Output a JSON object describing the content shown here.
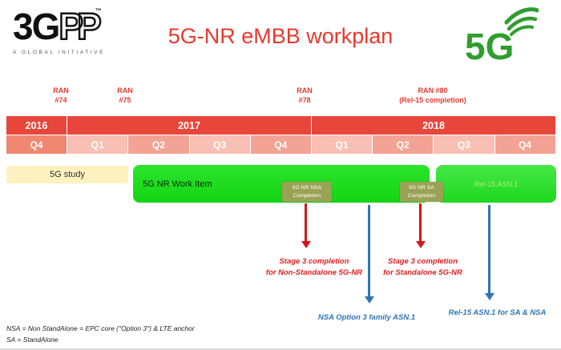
{
  "header": {
    "title": "5G-NR eMBB workplan",
    "logo_3gpp": {
      "text_3g": "3G",
      "text_pp": "PP",
      "tm": "™",
      "tagline": "A GLOBAL INITIATIVE"
    },
    "logo_5g_text": "5G"
  },
  "milestones": {
    "ran74": {
      "line1": "RAN",
      "line2": "#74"
    },
    "ran75": {
      "line1": "RAN",
      "line2": "#75"
    },
    "ran78": {
      "line1": "RAN",
      "line2": "#78"
    },
    "ran80": {
      "line1": "RAN #80",
      "line2": "(Rel-15 completion)"
    }
  },
  "timeline": {
    "years": {
      "y2016": "2016",
      "y2017": "2017",
      "y2018": "2018"
    },
    "quarters": [
      "Q4",
      "Q1",
      "Q2",
      "Q3",
      "Q4",
      "Q1",
      "Q2",
      "Q3",
      "Q4"
    ]
  },
  "bars": {
    "study": "5G study",
    "work_item": "5G NR Work Item",
    "late_phase": "Rel-15 ASN.1",
    "nsa_tag": {
      "line1": "5G NR NSA",
      "line2": "Completion"
    },
    "sa_tag": {
      "line1": "5G NR SA",
      "line2": "Completion"
    }
  },
  "annotations": {
    "stage3_nsa": {
      "line1": "Stage 3 completion",
      "line2": "for Non-Standalone 5G-NR"
    },
    "stage3_sa": {
      "line1": "Stage 3 completion",
      "line2": "for Standalone 5G-NR"
    },
    "asn1_nsa": "NSA Option 3  family ASN.1",
    "asn1_sa": "Rel-15 ASN.1 for SA & NSA"
  },
  "footnotes": {
    "line1": "NSA = Non StandAlone = EPC core (\"Option 3\") & LTE anchor",
    "line2": "SA = StandAlone"
  },
  "colors": {
    "title_red": "#e8392e",
    "timeline_red": "#e8463b",
    "quarter_salmon": "#f2a393",
    "study_yellow": "#fdf2bf",
    "workitem_green": "#1fdd1f",
    "tag_olive": "#9aa355",
    "arrow_red": "#d41616",
    "arrow_blue": "#2e74b5"
  }
}
